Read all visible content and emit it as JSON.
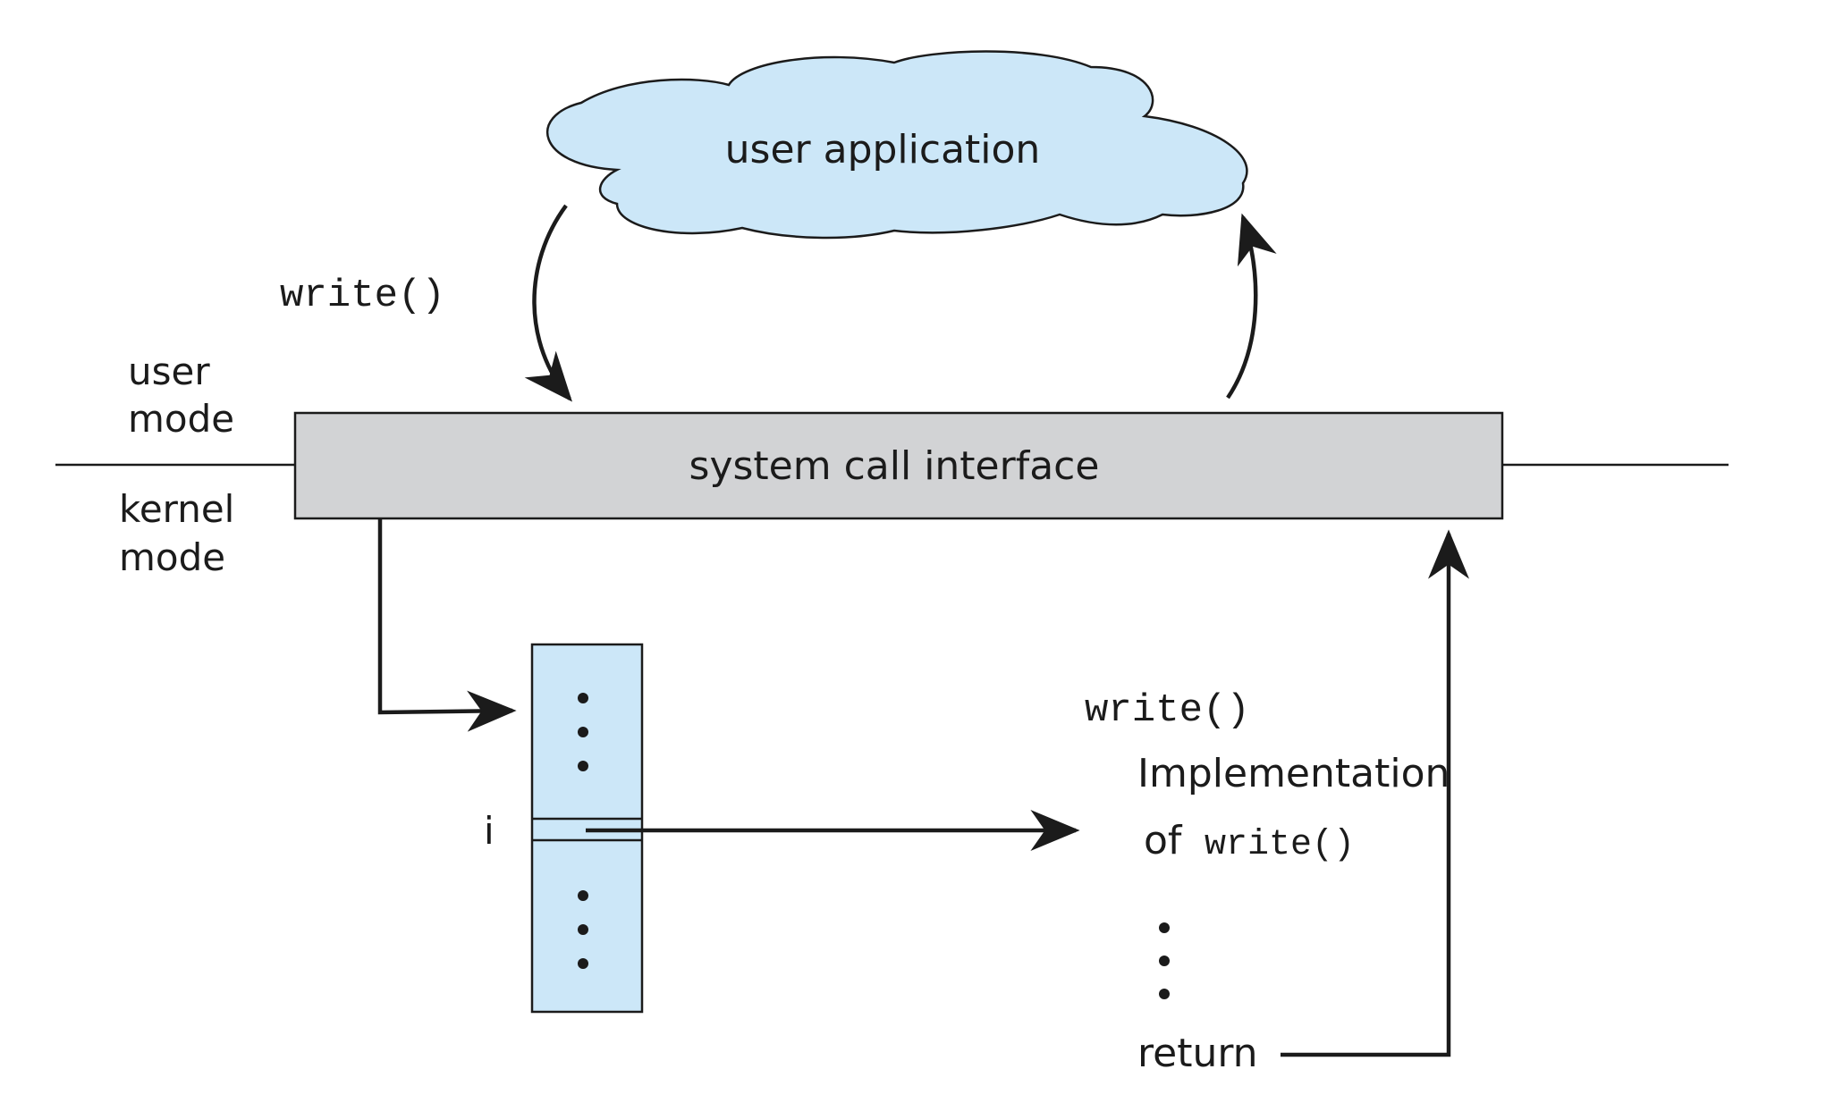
{
  "cloud": {
    "label": "user application",
    "fill": "#cce7f8"
  },
  "call": {
    "label": "write()"
  },
  "mode": {
    "user_line1": "user",
    "user_line2": "mode",
    "kernel_line1": "kernel",
    "kernel_line2": "mode"
  },
  "interface": {
    "label": "system call interface",
    "fill": "#d2d3d5"
  },
  "table": {
    "index_label": "i",
    "fill": "#cce7f8"
  },
  "implementation": {
    "header": "write()",
    "line1": "Implementation",
    "line2_prefix": "of",
    "line2_code": "write()",
    "return_label": "return"
  },
  "colors": {
    "ink": "#1b1b1b"
  }
}
